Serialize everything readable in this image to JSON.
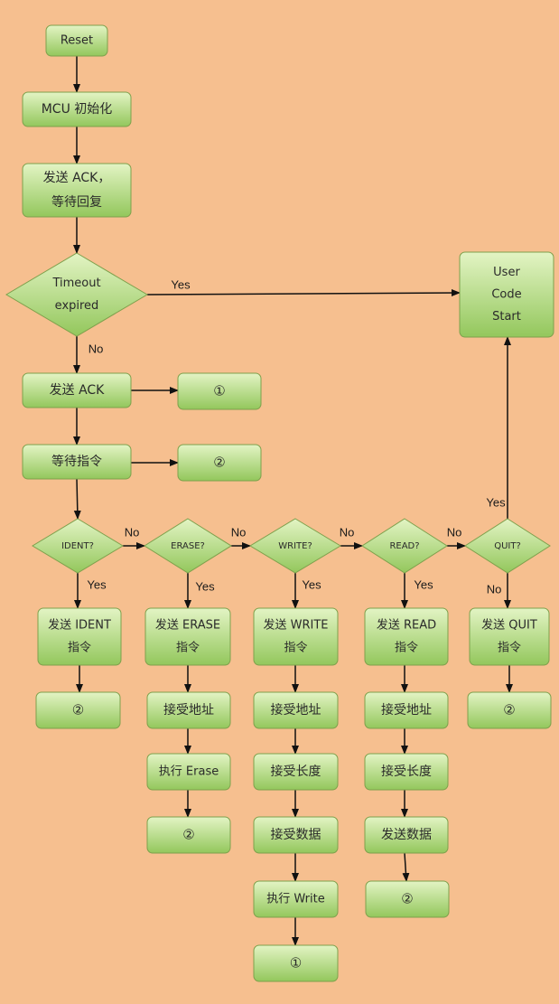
{
  "colors": {
    "background": "#f6bf8f",
    "node_fill_top": "#e3f4c4",
    "node_fill_bottom": "#93c75c",
    "node_stroke": "#7ea04c",
    "arrow": "#111111"
  },
  "nodes": {
    "reset": {
      "lines": [
        "Reset"
      ]
    },
    "mcu_init": {
      "lines": [
        "MCU 初始化"
      ]
    },
    "send_ack_wait": {
      "lines": [
        "发送 ACK，",
        "等待回复"
      ]
    },
    "timeout": {
      "lines": [
        "Timeout",
        "expired"
      ]
    },
    "user_code": {
      "lines": [
        "User",
        "Code",
        "Start"
      ]
    },
    "send_ack": {
      "lines": [
        "发送 ACK"
      ]
    },
    "circle1_a": {
      "lines": [
        "①"
      ]
    },
    "wait_cmd": {
      "lines": [
        "等待指令"
      ]
    },
    "circle2_a": {
      "lines": [
        "②"
      ]
    },
    "ident_q": {
      "lines": [
        "IDENT?"
      ]
    },
    "erase_q": {
      "lines": [
        "ERASE?"
      ]
    },
    "write_q": {
      "lines": [
        "WRITE?"
      ]
    },
    "read_q": {
      "lines": [
        "READ?"
      ]
    },
    "quit_q": {
      "lines": [
        "QUIT?"
      ]
    },
    "send_ident": {
      "lines": [
        "发送 IDENT",
        "指令"
      ]
    },
    "send_erase": {
      "lines": [
        "发送 ERASE",
        "指令"
      ]
    },
    "send_write": {
      "lines": [
        "发送 WRITE",
        "指令"
      ]
    },
    "send_read": {
      "lines": [
        "发送 READ",
        "指令"
      ]
    },
    "send_quit": {
      "lines": [
        "发送 QUIT",
        "指令"
      ]
    },
    "ident_c2": {
      "lines": [
        "②"
      ]
    },
    "erase_addr": {
      "lines": [
        "接受地址"
      ]
    },
    "erase_exec": {
      "lines": [
        "执行 Erase"
      ]
    },
    "erase_c2": {
      "lines": [
        "②"
      ]
    },
    "write_addr": {
      "lines": [
        "接受地址"
      ]
    },
    "write_len": {
      "lines": [
        "接受长度"
      ]
    },
    "write_data": {
      "lines": [
        "接受数据"
      ]
    },
    "write_exec": {
      "lines": [
        "执行 Write"
      ]
    },
    "write_c1": {
      "lines": [
        "①"
      ]
    },
    "read_addr": {
      "lines": [
        "接受地址"
      ]
    },
    "read_len": {
      "lines": [
        "接受长度"
      ]
    },
    "read_send": {
      "lines": [
        "发送数据"
      ]
    },
    "read_c2": {
      "lines": [
        "②"
      ]
    },
    "quit_c2": {
      "lines": [
        "②"
      ]
    }
  },
  "edge_labels": {
    "timeout_yes": "Yes",
    "timeout_no": "No",
    "ident_no": "No",
    "erase_no": "No",
    "write_no": "No",
    "read_no": "No",
    "ident_yes": "Yes",
    "erase_yes": "Yes",
    "write_yes": "Yes",
    "read_yes": "Yes",
    "quit_yes": "Yes",
    "quit_no": "No"
  }
}
